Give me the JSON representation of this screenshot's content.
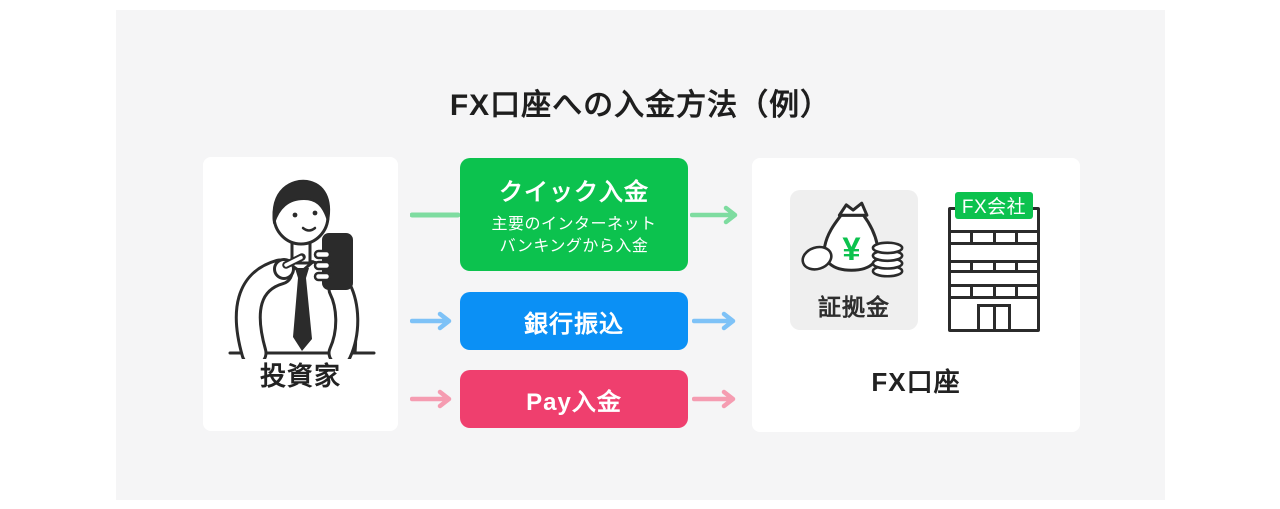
{
  "title": "FX口座への入金方法（例）",
  "investor": {
    "label": "投資家"
  },
  "methods": [
    {
      "label": "クイック入金",
      "sub1": "主要のインターネット",
      "sub2": "バンキングから入金",
      "color": "#0cc24e"
    },
    {
      "label": "銀行振込",
      "color": "#0b90f5"
    },
    {
      "label": "Pay入金",
      "color": "#ef3f6e"
    }
  ],
  "account": {
    "label": "FX口座",
    "margin_label": "証拠金",
    "company_tag": "FX会社",
    "currency_symbol": "¥"
  },
  "colors": {
    "quick_green": "#0cc24e",
    "arrow_green_light": "#7edca0",
    "bank_blue": "#0b90f5",
    "arrow_blue_light": "#7ec2f7",
    "pay_pink": "#ef3f6e",
    "arrow_pink_light": "#f59cb1",
    "panel_bg": "#f5f5f6",
    "card_bg": "#ffffff",
    "margin_box_bg": "#efefef",
    "ink": "#1f1f1f",
    "line_art": "#2b2b2b"
  }
}
